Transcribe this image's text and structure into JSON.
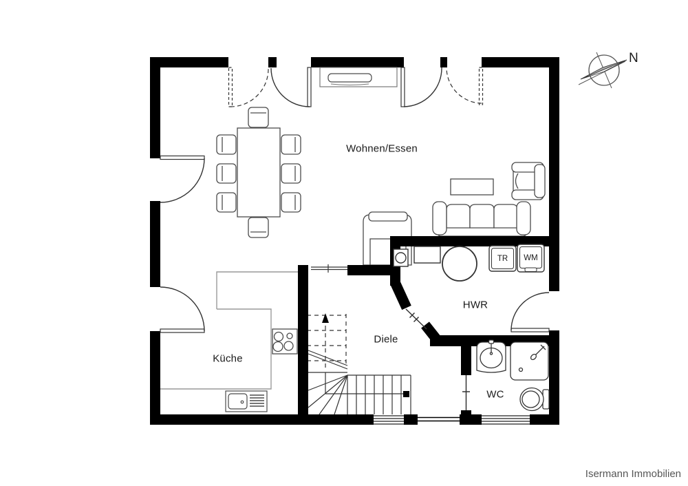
{
  "document": {
    "type": "floor-plan",
    "watermark": "Isermann Immobilien"
  },
  "rooms": [
    {
      "id": "wohnen-essen",
      "label": "Wohnen/Essen"
    },
    {
      "id": "kueche",
      "label": "Küche"
    },
    {
      "id": "diele",
      "label": "Diele"
    },
    {
      "id": "hwr",
      "label": "HWR"
    },
    {
      "id": "wc",
      "label": "WC"
    }
  ],
  "appliances": [
    {
      "id": "dryer",
      "label": "TR"
    },
    {
      "id": "washer",
      "label": "WM"
    }
  ],
  "compass": {
    "north_label": "N"
  },
  "colors": {
    "wall": "#000000",
    "furniture_line": "#4a4a4a",
    "counter_line": "#999999",
    "door_line": "#333333",
    "text": "#1a1a1a",
    "watermark_text": "#555555",
    "compass_needle": "#aaaaaa",
    "background": "#ffffff"
  }
}
